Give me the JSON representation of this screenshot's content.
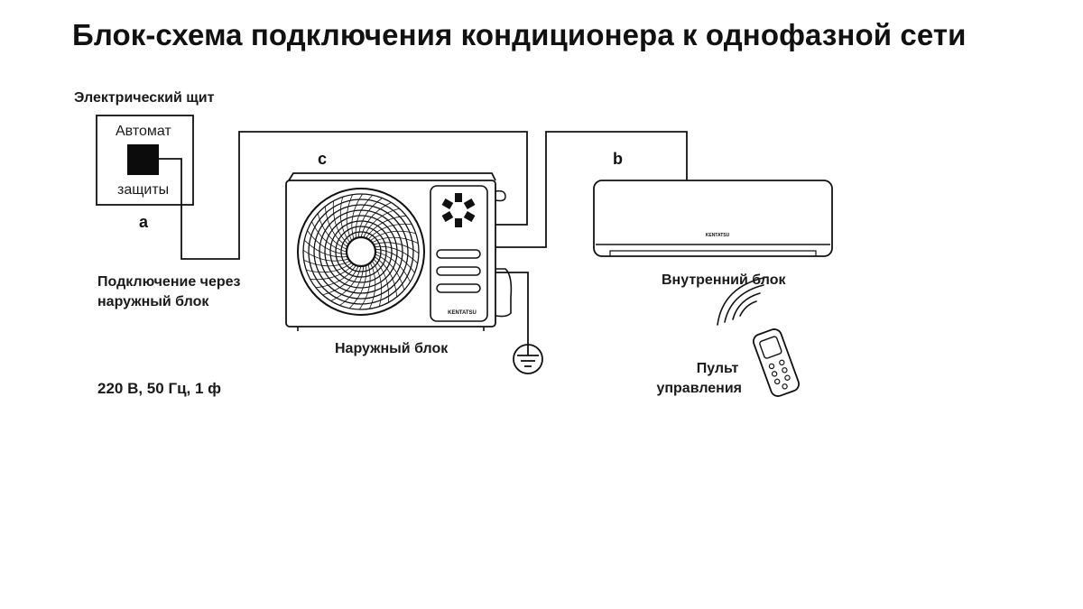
{
  "title": "Блок-схема подключения кондиционера к однофазной сети",
  "panel": {
    "heading": "Электрический щит",
    "breaker_line1": "Автомат",
    "breaker_line2": "защиты",
    "marker": "a"
  },
  "outdoor_unit": {
    "marker": "c",
    "caption": "Наружный блок",
    "brand": "KENTATSU"
  },
  "indoor_unit": {
    "marker": "b",
    "caption": "Внутренний блок",
    "brand": "KENTATSU"
  },
  "connection_note": {
    "line1": "Подключение через",
    "line2": "наружный блок"
  },
  "power_spec": "220 В, 50 Гц, 1 ф",
  "remote": {
    "line1": "Пульт",
    "line2": "управления"
  },
  "icons": {
    "ground": "ground-icon",
    "remote": "remote-control-icon",
    "signal": "wireless-signal-icon",
    "fan": "fan-grille-icon",
    "logo": "kentatsu-logo-icon"
  }
}
